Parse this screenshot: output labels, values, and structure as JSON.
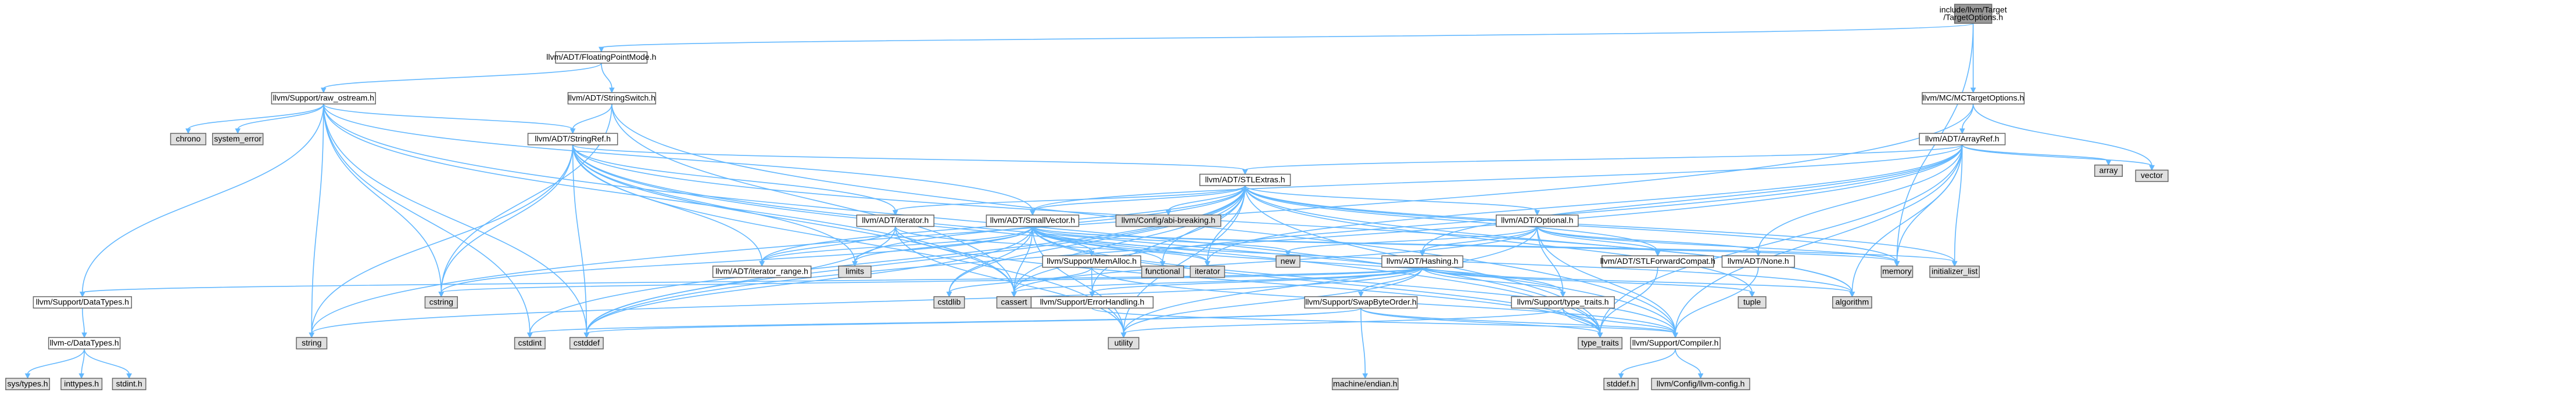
{
  "diagram": {
    "colors": {
      "focus_fill": "#999999",
      "file_fill": "#ffffff",
      "system_fill": "#e0e0e0",
      "border": "#666666",
      "edge": "#63b8ff"
    },
    "nodes": [
      {
        "id": "root",
        "label_lines": [
          "include/llvm/Target",
          "/TargetOptions.h"
        ],
        "kind": "focus"
      },
      {
        "id": "fpmode",
        "label_lines": [
          "llvm/ADT/FloatingPointMode.h"
        ],
        "kind": "file"
      },
      {
        "id": "mctarget",
        "label_lines": [
          "llvm/MC/MCTargetOptions.h"
        ],
        "kind": "file"
      },
      {
        "id": "rawos",
        "label_lines": [
          "llvm/Support/raw_ostream.h"
        ],
        "kind": "file"
      },
      {
        "id": "strswitch",
        "label_lines": [
          "llvm/ADT/StringSwitch.h"
        ],
        "kind": "file"
      },
      {
        "id": "chrono",
        "label_lines": [
          "chrono"
        ],
        "kind": "system"
      },
      {
        "id": "syserr",
        "label_lines": [
          "system_error"
        ],
        "kind": "system"
      },
      {
        "id": "strref",
        "label_lines": [
          "llvm/ADT/StringRef.h"
        ],
        "kind": "file"
      },
      {
        "id": "arrayref",
        "label_lines": [
          "llvm/ADT/ArrayRef.h"
        ],
        "kind": "file"
      },
      {
        "id": "array",
        "label_lines": [
          "array"
        ],
        "kind": "system"
      },
      {
        "id": "vector",
        "label_lines": [
          "vector"
        ],
        "kind": "system"
      },
      {
        "id": "stlextras",
        "label_lines": [
          "llvm/ADT/STLExtras.h"
        ],
        "kind": "file"
      },
      {
        "id": "abibreak",
        "label_lines": [
          "llvm/Config/abi-breaking.h"
        ],
        "kind": "system"
      },
      {
        "id": "iterator",
        "label_lines": [
          "llvm/ADT/iterator.h"
        ],
        "kind": "file"
      },
      {
        "id": "smallvec",
        "label_lines": [
          "llvm/ADT/SmallVector.h"
        ],
        "kind": "file"
      },
      {
        "id": "optional",
        "label_lines": [
          "llvm/ADT/Optional.h"
        ],
        "kind": "file"
      },
      {
        "id": "itrange",
        "label_lines": [
          "llvm/ADT/iterator_range.h"
        ],
        "kind": "file"
      },
      {
        "id": "limits",
        "label_lines": [
          "limits"
        ],
        "kind": "system"
      },
      {
        "id": "memalloc",
        "label_lines": [
          "llvm/Support/MemAlloc.h"
        ],
        "kind": "file"
      },
      {
        "id": "functional",
        "label_lines": [
          "functional"
        ],
        "kind": "system"
      },
      {
        "id": "iteratorstd",
        "label_lines": [
          "iterator"
        ],
        "kind": "system"
      },
      {
        "id": "new",
        "label_lines": [
          "new"
        ],
        "kind": "system"
      },
      {
        "id": "hashing",
        "label_lines": [
          "llvm/ADT/Hashing.h"
        ],
        "kind": "file"
      },
      {
        "id": "stlfwd",
        "label_lines": [
          "llvm/ADT/STLForwardCompat.h"
        ],
        "kind": "file"
      },
      {
        "id": "none",
        "label_lines": [
          "llvm/ADT/None.h"
        ],
        "kind": "file"
      },
      {
        "id": "memory",
        "label_lines": [
          "memory"
        ],
        "kind": "system"
      },
      {
        "id": "initlist",
        "label_lines": [
          "initializer_list"
        ],
        "kind": "system"
      },
      {
        "id": "datatypes",
        "label_lines": [
          "llvm/Support/DataTypes.h"
        ],
        "kind": "file"
      },
      {
        "id": "cstring",
        "label_lines": [
          "cstring"
        ],
        "kind": "system"
      },
      {
        "id": "cstdlib",
        "label_lines": [
          "cstdlib"
        ],
        "kind": "system"
      },
      {
        "id": "cassert",
        "label_lines": [
          "cassert"
        ],
        "kind": "system"
      },
      {
        "id": "errhandling",
        "label_lines": [
          "llvm/Support/ErrorHandling.h"
        ],
        "kind": "file"
      },
      {
        "id": "swapbyte",
        "label_lines": [
          "llvm/Support/SwapByteOrder.h"
        ],
        "kind": "file"
      },
      {
        "id": "typetraitsh",
        "label_lines": [
          "llvm/Support/type_traits.h"
        ],
        "kind": "file"
      },
      {
        "id": "tuple",
        "label_lines": [
          "tuple"
        ],
        "kind": "system"
      },
      {
        "id": "algorithm",
        "label_lines": [
          "algorithm"
        ],
        "kind": "system"
      },
      {
        "id": "cdatatypes",
        "label_lines": [
          "llvm-c/DataTypes.h"
        ],
        "kind": "file"
      },
      {
        "id": "string",
        "label_lines": [
          "string"
        ],
        "kind": "system"
      },
      {
        "id": "cstdint",
        "label_lines": [
          "cstdint"
        ],
        "kind": "system"
      },
      {
        "id": "cstddef",
        "label_lines": [
          "cstddef"
        ],
        "kind": "system"
      },
      {
        "id": "utility",
        "label_lines": [
          "utility"
        ],
        "kind": "system"
      },
      {
        "id": "machendian",
        "label_lines": [
          "machine/endian.h"
        ],
        "kind": "system"
      },
      {
        "id": "typetraits",
        "label_lines": [
          "type_traits"
        ],
        "kind": "system"
      },
      {
        "id": "compiler",
        "label_lines": [
          "llvm/Support/Compiler.h"
        ],
        "kind": "file"
      },
      {
        "id": "systypes",
        "label_lines": [
          "sys/types.h"
        ],
        "kind": "system"
      },
      {
        "id": "inttypes",
        "label_lines": [
          "inttypes.h"
        ],
        "kind": "system"
      },
      {
        "id": "stdint",
        "label_lines": [
          "stdint.h"
        ],
        "kind": "system"
      },
      {
        "id": "stddef",
        "label_lines": [
          "stddef.h"
        ],
        "kind": "system"
      },
      {
        "id": "llvmconfig",
        "label_lines": [
          "llvm/Config/llvm-config.h"
        ],
        "kind": "system"
      }
    ],
    "edges": [
      [
        "root",
        "fpmode"
      ],
      [
        "root",
        "mctarget"
      ],
      [
        "root",
        "memory"
      ],
      [
        "fpmode",
        "rawos"
      ],
      [
        "fpmode",
        "strswitch"
      ],
      [
        "mctarget",
        "arrayref"
      ],
      [
        "mctarget",
        "string"
      ],
      [
        "mctarget",
        "vector"
      ],
      [
        "rawos",
        "chrono"
      ],
      [
        "rawos",
        "syserr"
      ],
      [
        "rawos",
        "strref"
      ],
      [
        "rawos",
        "datatypes"
      ],
      [
        "rawos",
        "cassert"
      ],
      [
        "rawos",
        "cstddef"
      ],
      [
        "rawos",
        "cstdint"
      ],
      [
        "rawos",
        "cstring"
      ],
      [
        "rawos",
        "string"
      ],
      [
        "rawos",
        "typetraits"
      ],
      [
        "rawos",
        "smallvec"
      ],
      [
        "strswitch",
        "strref"
      ],
      [
        "strswitch",
        "compiler"
      ],
      [
        "strswitch",
        "cassert"
      ],
      [
        "strswitch",
        "cstring"
      ],
      [
        "strref",
        "stlextras"
      ],
      [
        "strref",
        "iterator"
      ],
      [
        "strref",
        "itrange"
      ],
      [
        "strref",
        "compiler"
      ],
      [
        "strref",
        "algorithm"
      ],
      [
        "strref",
        "cassert"
      ],
      [
        "strref",
        "cstddef"
      ],
      [
        "strref",
        "cstring"
      ],
      [
        "strref",
        "limits"
      ],
      [
        "strref",
        "string"
      ],
      [
        "strref",
        "typetraits"
      ],
      [
        "strref",
        "utility"
      ],
      [
        "arrayref",
        "hashing"
      ],
      [
        "arrayref",
        "none"
      ],
      [
        "arrayref",
        "smallvec"
      ],
      [
        "arrayref",
        "stlextras"
      ],
      [
        "arrayref",
        "compiler"
      ],
      [
        "arrayref",
        "algorithm"
      ],
      [
        "arrayref",
        "array"
      ],
      [
        "arrayref",
        "cassert"
      ],
      [
        "arrayref",
        "cstddef"
      ],
      [
        "arrayref",
        "initlist"
      ],
      [
        "arrayref",
        "iteratorstd"
      ],
      [
        "arrayref",
        "memory"
      ],
      [
        "arrayref",
        "typetraits"
      ],
      [
        "arrayref",
        "vector"
      ],
      [
        "stlextras",
        "abibreak"
      ],
      [
        "stlextras",
        "optional"
      ],
      [
        "stlextras",
        "stlfwd"
      ],
      [
        "stlextras",
        "iterator"
      ],
      [
        "stlextras",
        "itrange"
      ],
      [
        "stlextras",
        "errhandling"
      ],
      [
        "stlextras",
        "algorithm"
      ],
      [
        "stlextras",
        "cassert"
      ],
      [
        "stlextras",
        "cstddef"
      ],
      [
        "stlextras",
        "cstdint"
      ],
      [
        "stlextras",
        "cstdlib"
      ],
      [
        "stlextras",
        "functional"
      ],
      [
        "stlextras",
        "initlist"
      ],
      [
        "stlextras",
        "iteratorstd"
      ],
      [
        "stlextras",
        "limits"
      ],
      [
        "stlextras",
        "memory"
      ],
      [
        "stlextras",
        "tuple"
      ],
      [
        "stlextras",
        "typetraits"
      ],
      [
        "stlextras",
        "utility"
      ],
      [
        "stlextras",
        "smallvec"
      ],
      [
        "iterator",
        "itrange"
      ],
      [
        "iterator",
        "cstddef"
      ],
      [
        "iterator",
        "iteratorstd"
      ],
      [
        "iterator",
        "typetraits"
      ],
      [
        "iterator",
        "utility"
      ],
      [
        "smallvec",
        "compiler"
      ],
      [
        "smallvec",
        "memalloc"
      ],
      [
        "smallvec",
        "typetraitsh"
      ],
      [
        "smallvec",
        "algorithm"
      ],
      [
        "smallvec",
        "cassert"
      ],
      [
        "smallvec",
        "cstddef"
      ],
      [
        "smallvec",
        "cstdlib"
      ],
      [
        "smallvec",
        "cstring"
      ],
      [
        "smallvec",
        "functional"
      ],
      [
        "smallvec",
        "initlist"
      ],
      [
        "smallvec",
        "iteratorstd"
      ],
      [
        "smallvec",
        "limits"
      ],
      [
        "smallvec",
        "memory"
      ],
      [
        "smallvec",
        "new"
      ],
      [
        "smallvec",
        "typetraits"
      ],
      [
        "smallvec",
        "utility"
      ],
      [
        "smallvec",
        "itrange"
      ],
      [
        "optional",
        "hashing"
      ],
      [
        "optional",
        "none"
      ],
      [
        "optional",
        "stlfwd"
      ],
      [
        "optional",
        "compiler"
      ],
      [
        "optional",
        "typetraitsh"
      ],
      [
        "optional",
        "cassert"
      ],
      [
        "optional",
        "memory"
      ],
      [
        "optional",
        "new"
      ],
      [
        "optional",
        "utility"
      ],
      [
        "memalloc",
        "compiler"
      ],
      [
        "memalloc",
        "errhandling"
      ],
      [
        "memalloc",
        "cstdlib"
      ],
      [
        "hashing",
        "errhandling"
      ],
      [
        "hashing",
        "swapbyte"
      ],
      [
        "hashing",
        "typetraitsh"
      ],
      [
        "hashing",
        "algorithm"
      ],
      [
        "hashing",
        "cassert"
      ],
      [
        "hashing",
        "cstring"
      ],
      [
        "hashing",
        "string"
      ],
      [
        "hashing",
        "tuple"
      ],
      [
        "hashing",
        "utility"
      ],
      [
        "hashing",
        "datatypes"
      ],
      [
        "stlfwd",
        "typetraits"
      ],
      [
        "none",
        "compiler"
      ],
      [
        "datatypes",
        "cdatatypes"
      ],
      [
        "cdatatypes",
        "systypes"
      ],
      [
        "cdatatypes",
        "inttypes"
      ],
      [
        "cdatatypes",
        "stdint"
      ],
      [
        "errhandling",
        "compiler"
      ],
      [
        "swapbyte",
        "compiler"
      ],
      [
        "swapbyte",
        "cstddef"
      ],
      [
        "swapbyte",
        "cstdint"
      ],
      [
        "swapbyte",
        "typetraits"
      ],
      [
        "swapbyte",
        "machendian"
      ],
      [
        "typetraitsh",
        "compiler"
      ],
      [
        "typetraitsh",
        "typetraits"
      ],
      [
        "typetraitsh",
        "utility"
      ],
      [
        "compiler",
        "stddef"
      ],
      [
        "compiler",
        "llvmconfig"
      ]
    ]
  }
}
